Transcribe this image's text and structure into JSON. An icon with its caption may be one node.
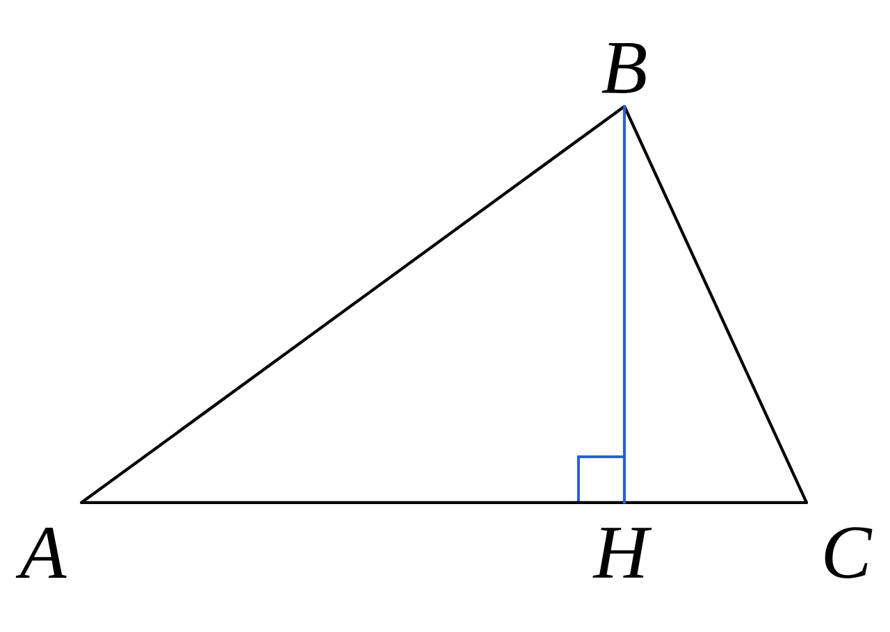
{
  "diagram": {
    "nodes": [
      {
        "text": [
          "B"
        ]
      },
      {
        "text": [
          "A"
        ]
      },
      {
        "text": [
          "H"
        ]
      },
      {
        "text": [
          "C"
        ]
      }
    ],
    "edges": [
      {
        "from": 1,
        "to": 0,
        "arrow": "none"
      },
      {
        "from": 0,
        "to": 3,
        "arrow": "none"
      },
      {
        "from": 1,
        "to": 3,
        "arrow": "none"
      },
      {
        "from": 0,
        "to": 2,
        "arrow": "none",
        "color": "#2a62d6"
      }
    ]
  }
}
